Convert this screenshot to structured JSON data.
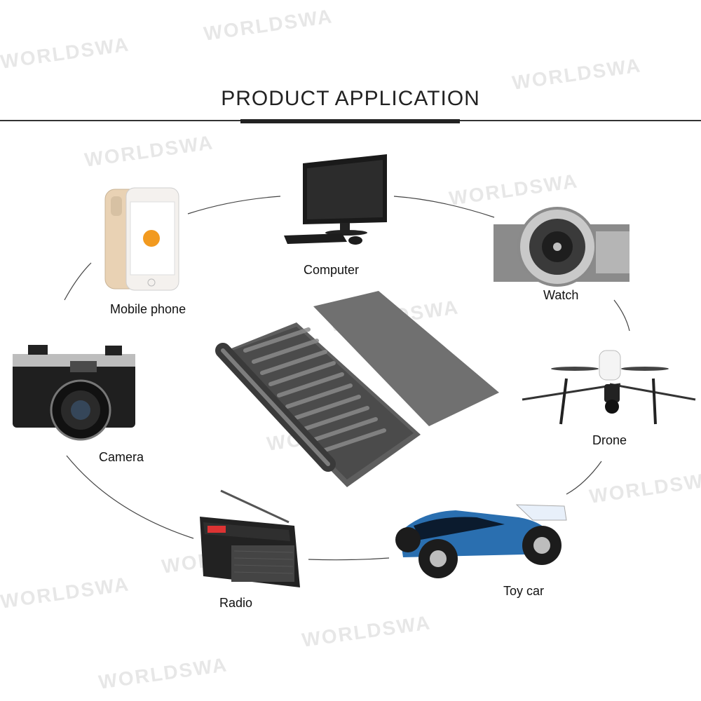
{
  "header": {
    "title": "PRODUCT APPLICATION"
  },
  "watermark": "WORLDSWA",
  "devices": {
    "mobile_phone": "Mobile phone",
    "computer": "Computer",
    "watch": "Watch",
    "camera": "Camera",
    "drone": "Drone",
    "radio": "Radio",
    "toy_car": "Toy car"
  },
  "colors": {
    "accent": "#222222",
    "kit_gray": "#6b6b6b",
    "lid_gray": "#7a7a7a"
  }
}
